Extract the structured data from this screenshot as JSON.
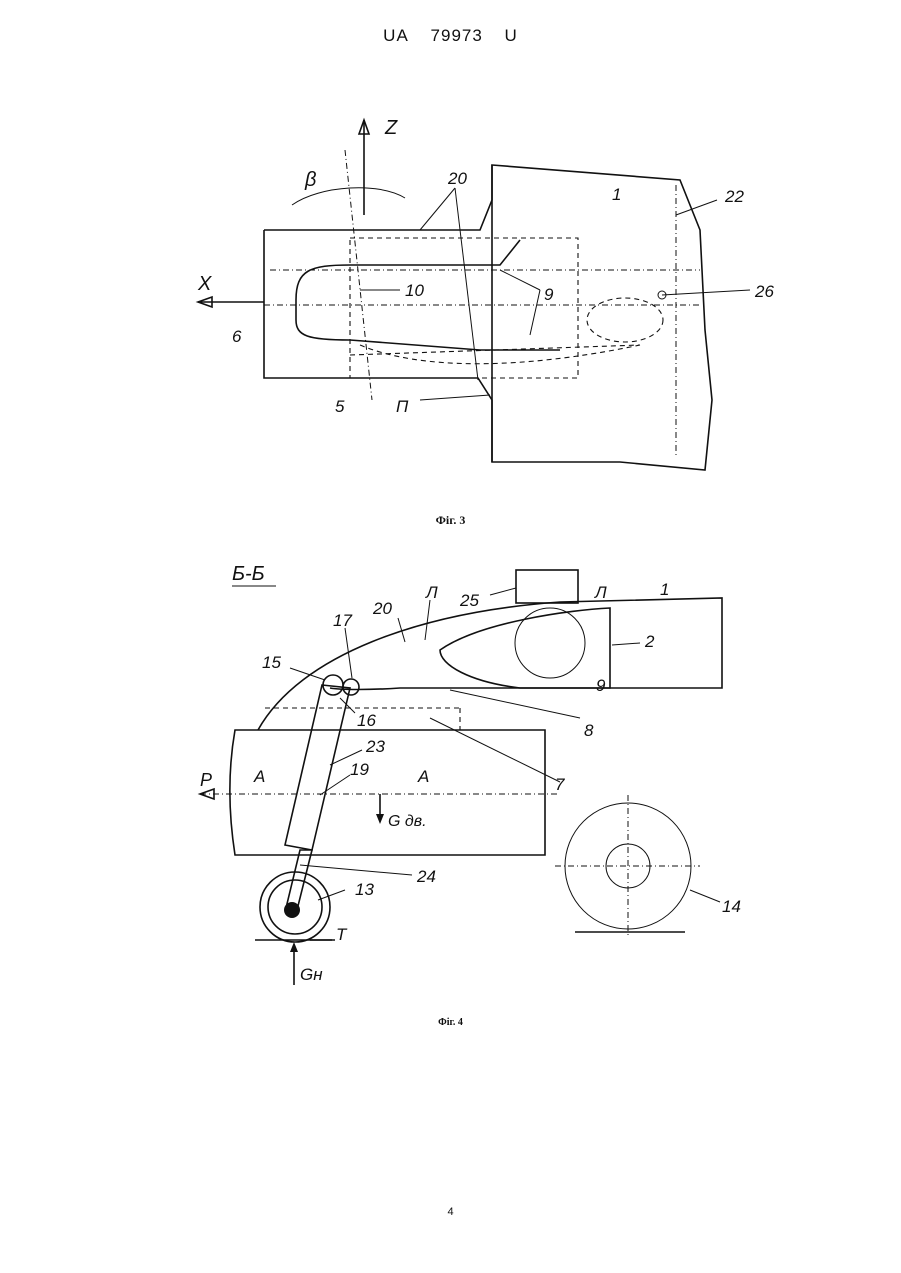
{
  "header": {
    "country": "UA",
    "number": "79973",
    "kind": "U"
  },
  "figure3": {
    "caption": "Фіг. 3",
    "axis_z": "Z",
    "axis_x": "X",
    "angle": "β",
    "labels": [
      "1",
      "5",
      "6",
      "9",
      "10",
      "20",
      "22",
      "26",
      "П"
    ]
  },
  "figure4": {
    "caption": "Фіг. 4",
    "section_title": "Б-Б",
    "labels": [
      "1",
      "2",
      "7",
      "8",
      "9",
      "13",
      "14",
      "15",
      "16",
      "17",
      "19",
      "20",
      "23",
      "24",
      "25",
      "Л",
      "Л",
      "A",
      "A"
    ],
    "force_p": "P",
    "force_t": "T",
    "force_gdv": "G дв.",
    "force_gn": "Gн"
  },
  "page_number": "4"
}
